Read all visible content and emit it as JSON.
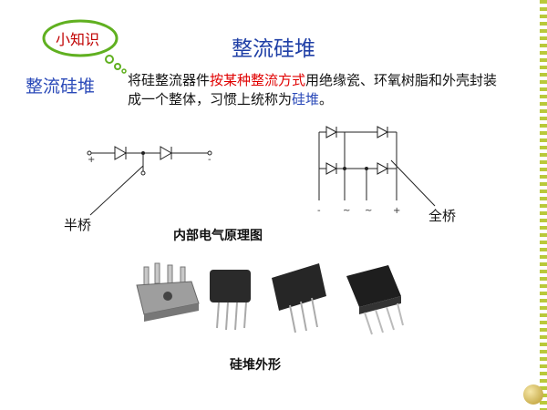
{
  "bubble": {
    "label": "小知识"
  },
  "title": "整流硅堆",
  "section_label": "整流硅堆",
  "description": {
    "part1": "将硅整流器件",
    "part2": "按某种整流方式",
    "part3": "用绝缘瓷、环氧树脂和外壳封装成一个整体，习惯上统称为",
    "part4": "硅堆",
    "part5": "。"
  },
  "half_bridge": {
    "label": "半桥",
    "plus": "+",
    "minus": "-"
  },
  "full_bridge": {
    "label": "全桥",
    "pins": [
      "-",
      "~",
      "~",
      "+"
    ]
  },
  "caption_internal": "内部电气原理图",
  "caption_external": "硅堆外形",
  "colors": {
    "title": "#1f3fa6",
    "highlight": "#e00000",
    "bubble_border": "#60b020"
  }
}
